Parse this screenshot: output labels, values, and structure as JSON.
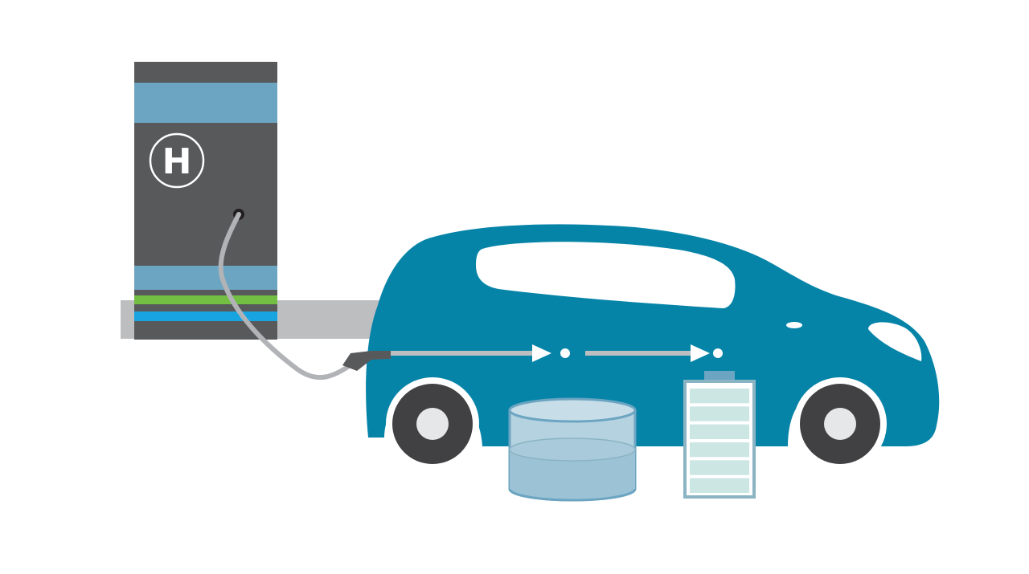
{
  "station": {
    "sign_letter": "H",
    "battery_segments_total": 6,
    "battery_segments_filled": 6
  },
  "colors": {
    "background": "#ffffff",
    "station_body": "#58595b",
    "station_band": "#6ca5c2",
    "station_green": "#72bf44",
    "station_blue": "#18a4e0",
    "ground_platform": "#bcbec0",
    "car_body": "#0684a8",
    "window": "#ffffff",
    "hose": "#b1b3b6",
    "tire": "#414042",
    "hubcap": "#e6e7e8",
    "flow_arrow": "#bcbec0",
    "tank_fill": "#9cc3d5",
    "tank_outline": "#6ca5c2",
    "battery_cell": "#cbe6e3",
    "battery_outline": "#8ab4c3"
  },
  "icons": {
    "station_sign": "hydrogen-h-icon",
    "tank": "hydrogen-tank-icon",
    "battery": "battery-icon",
    "arrow": "arrow-right-icon"
  }
}
